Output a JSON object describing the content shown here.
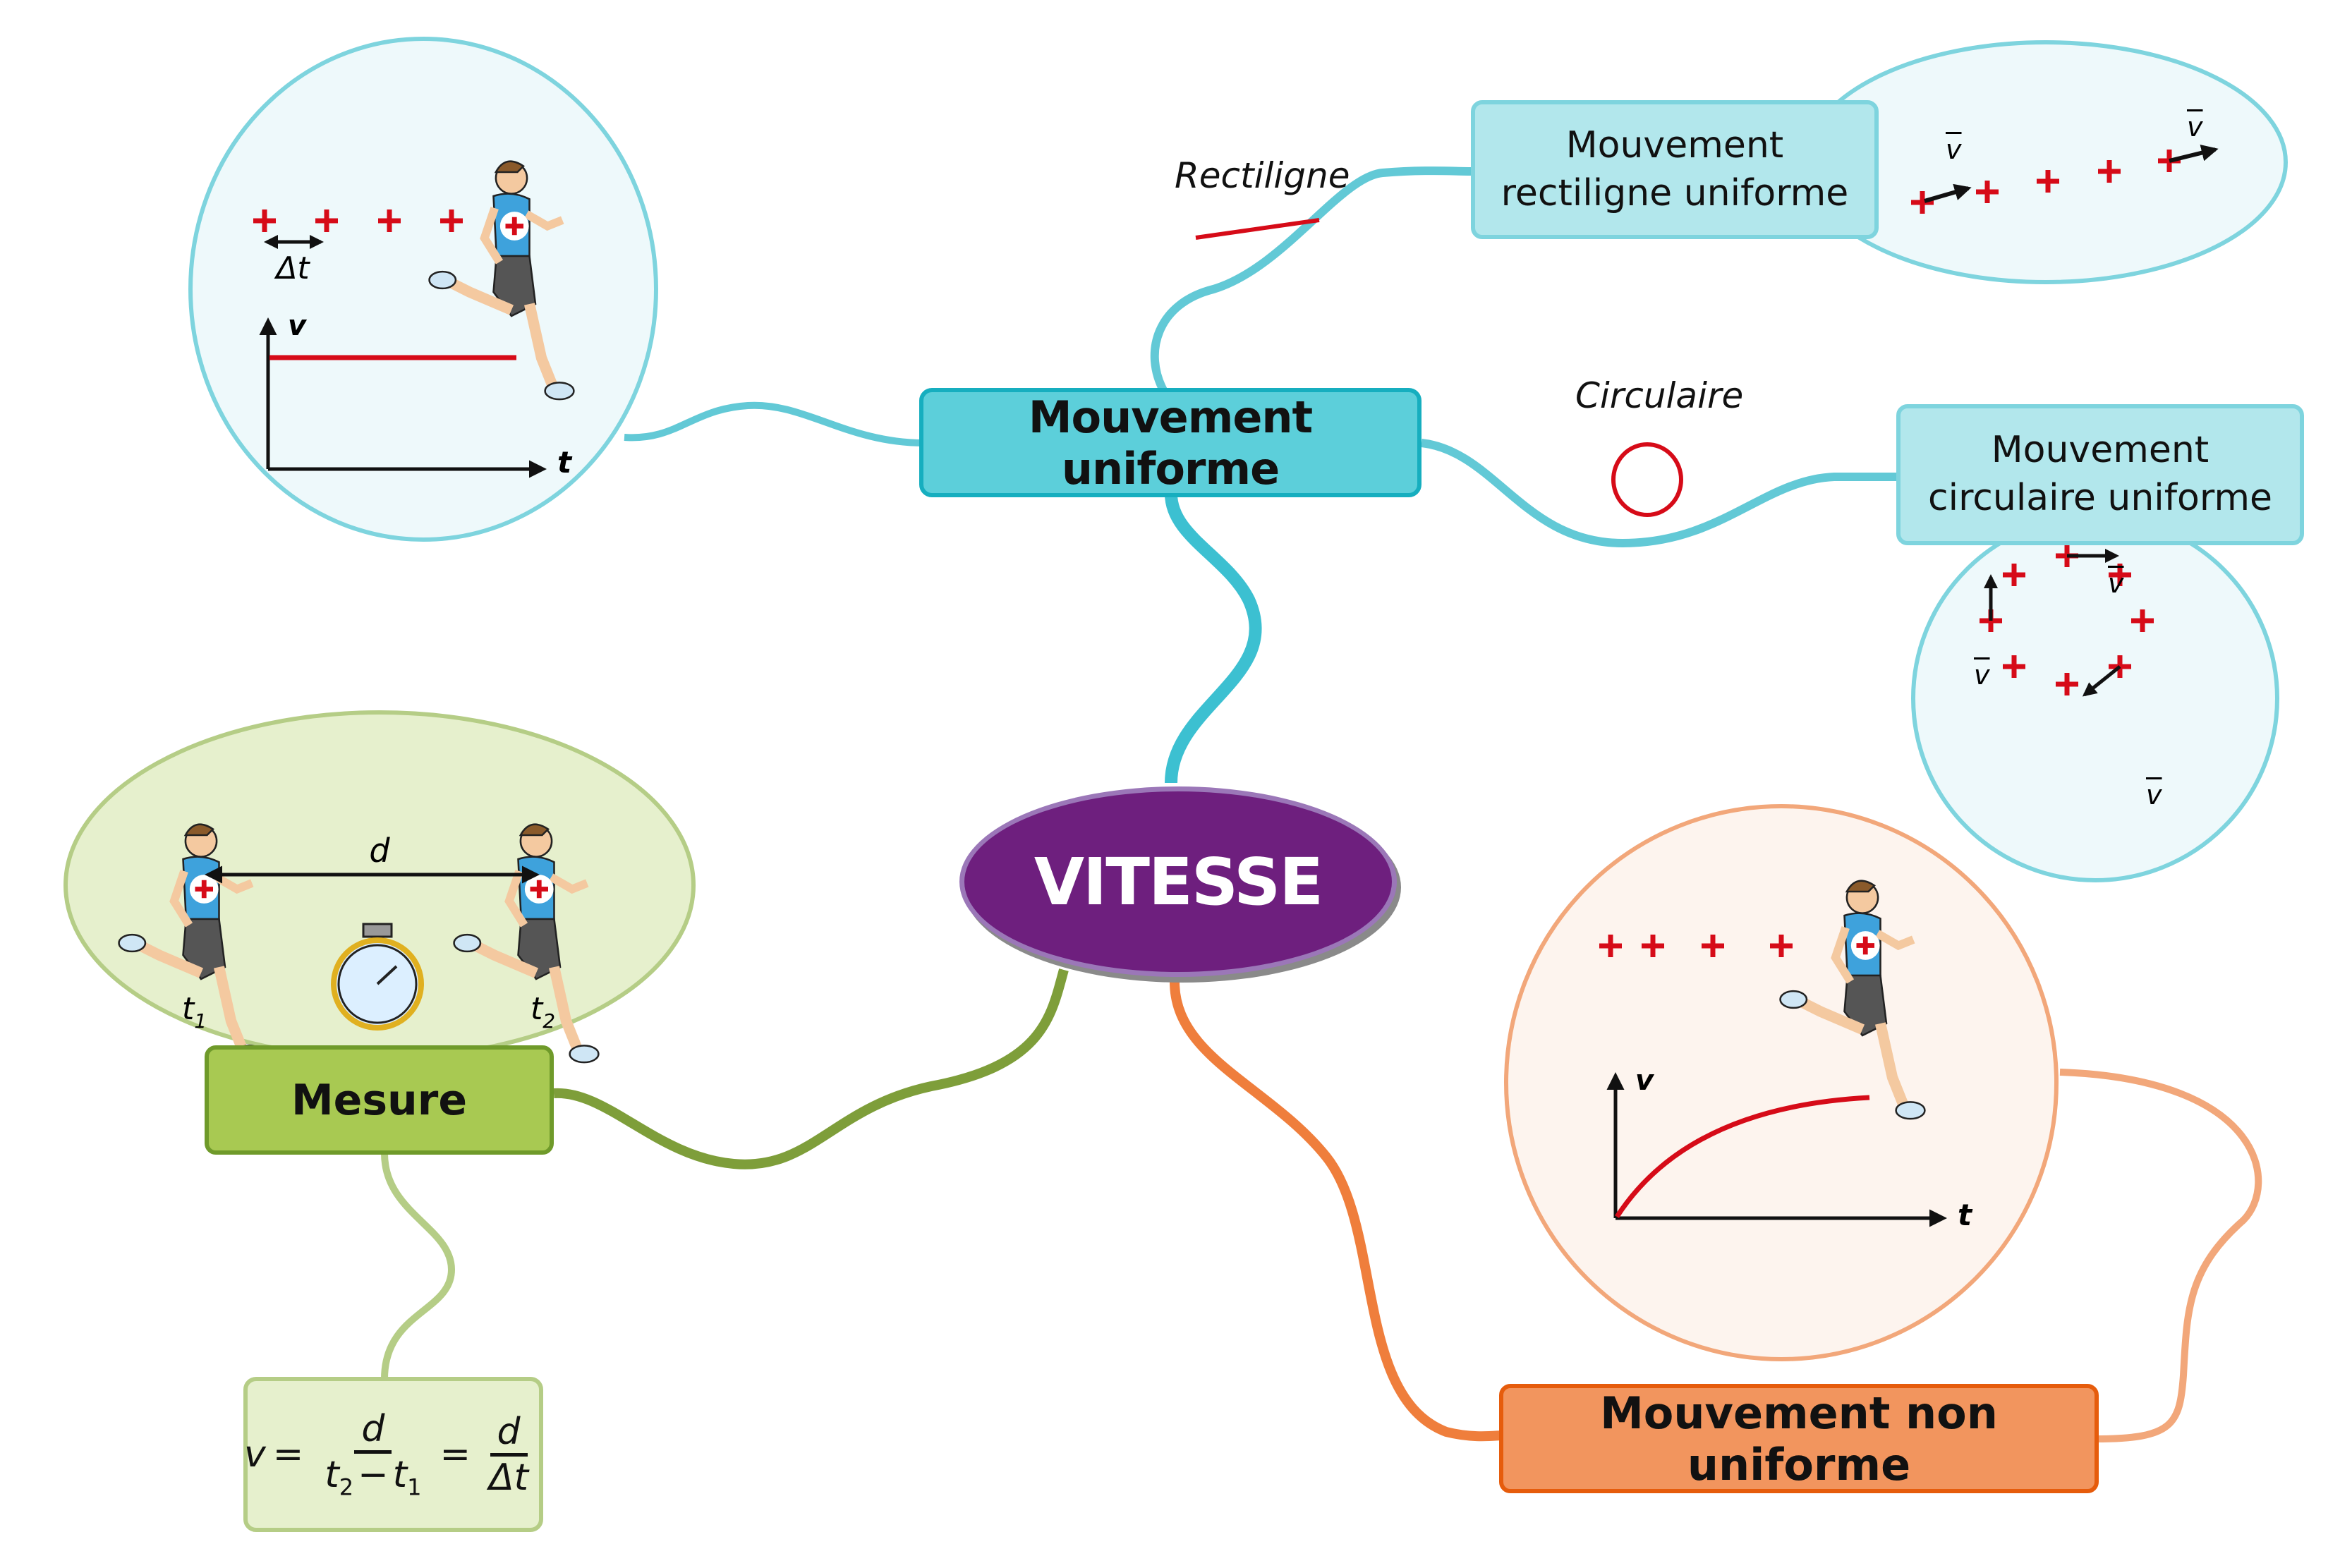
{
  "title": "VITESSE",
  "colors": {
    "center": "#6e1f7e",
    "uniform": "#5ccfda",
    "uniform_line": "#62c9d6",
    "mesure": "#a8c952",
    "mesure_line": "#7e9e3a",
    "nonuniform": "#f2955e",
    "nonuniform_line": "#ef7e3c",
    "marker": "#d60b18"
  },
  "branches": {
    "uniform": {
      "label": "Mouvement uniforme",
      "rectiligne": {
        "tag": "Rectiligne",
        "label": "Mouvement rectiligne uniforme",
        "vector_label": "v"
      },
      "circulaire": {
        "tag": "Circulaire",
        "label": "Mouvement circulaire uniforme",
        "vector_label": "v"
      },
      "graph": {
        "interval_label": "Δt",
        "y_axis": "v",
        "x_axis": "t",
        "curve": "constant"
      }
    },
    "mesure": {
      "label": "Mesure",
      "distance_label": "d",
      "t1_label": "t",
      "t1_sub": "1",
      "t2_label": "t",
      "t2_sub": "2",
      "formula": {
        "lhs": "v",
        "eq": "=",
        "num1": "d",
        "den1_a": "t",
        "den1_a_sub": "2",
        "den1_minus": "−",
        "den1_b": "t",
        "den1_b_sub": "1",
        "num2": "d",
        "den2": "Δt"
      }
    },
    "nonuniform": {
      "label": "Mouvement non uniforme",
      "graph": {
        "y_axis": "v",
        "x_axis": "t",
        "curve": "increasing-saturating"
      }
    }
  }
}
